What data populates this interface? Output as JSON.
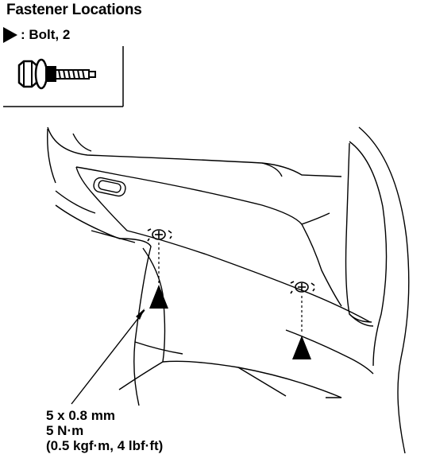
{
  "title": "Fastener Locations",
  "legend": {
    "symbol": "triangle-marker",
    "label": ": Bolt, 2"
  },
  "spec": {
    "size": "5 x 0.8 mm",
    "torque_nm": "5 N·m",
    "torque_alt": "(0.5 kgf·m, 4 lbf·ft)"
  }
}
